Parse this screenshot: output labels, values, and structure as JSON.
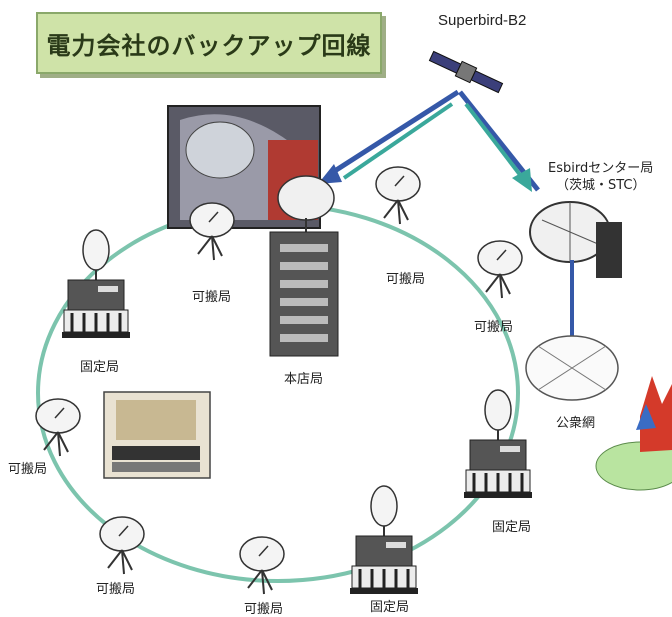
{
  "title": "電力会社のバックアップ回線",
  "satellite": "Superbird-B2",
  "center_station": {
    "line1": "Esbirdセンター局",
    "line2": "（茨城・STC）"
  },
  "labels": {
    "public_network": "公衆網",
    "head_office": "本店局",
    "fixed_station": "固定局",
    "portable_station": "可搬局"
  },
  "colors": {
    "ring": "#7cc4ad",
    "uplink": "#3558a8",
    "downlink": "#3aa89b",
    "title_bg": "#cfe3a8"
  }
}
